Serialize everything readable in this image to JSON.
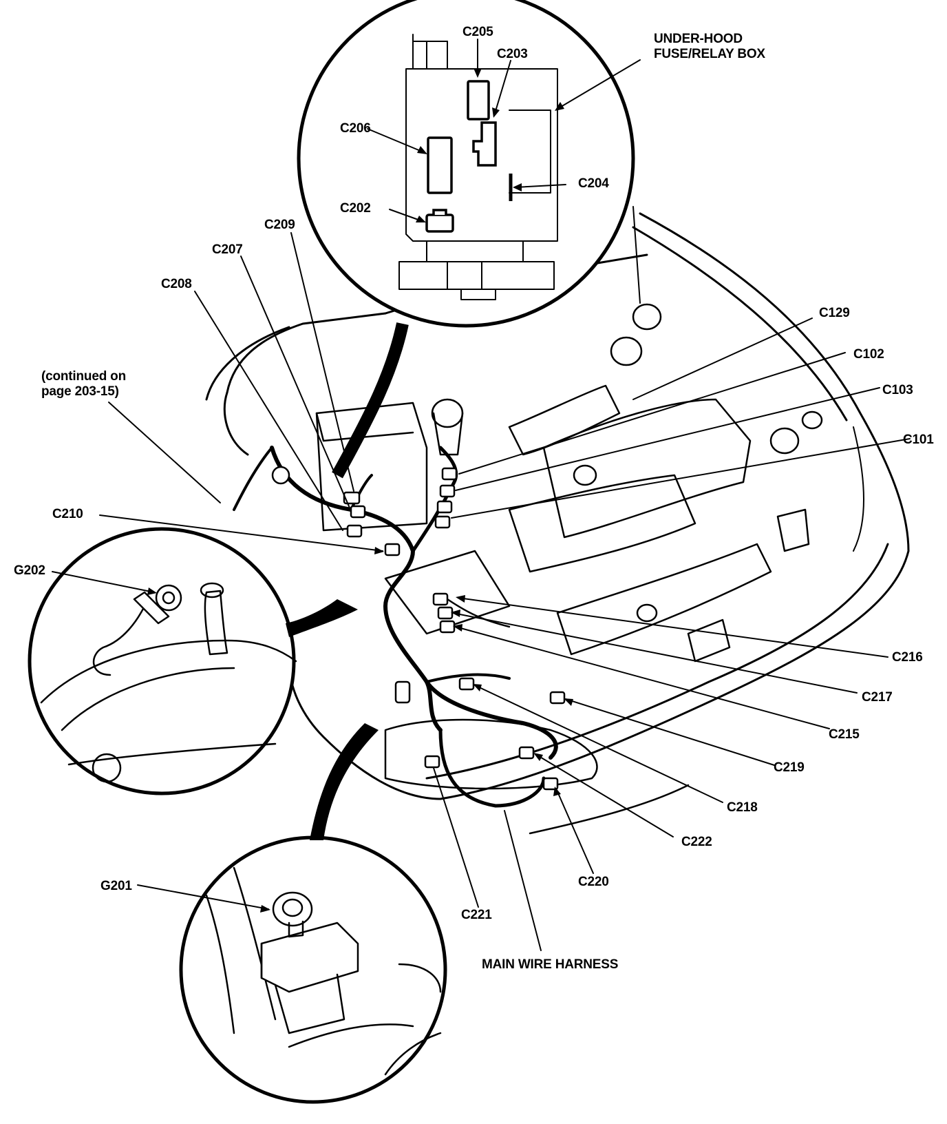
{
  "callouts": {
    "c205": "C205",
    "c203": "C203",
    "fuse_box_line1": "UNDER-HOOD",
    "fuse_box_line2": "FUSE/RELAY BOX",
    "c206": "C206",
    "c204": "C204",
    "c202": "C202",
    "c209": "C209",
    "c207": "C207",
    "c208": "C208",
    "continued_line1": "(continued on",
    "continued_line2": "page 203-15)",
    "c129": "C129",
    "c102": "C102",
    "c103": "C103",
    "c101": "C101",
    "c210": "C210",
    "g202": "G202",
    "c216": "C216",
    "c217": "C217",
    "c215": "C215",
    "c219": "C219",
    "c218": "C218",
    "c222": "C222",
    "c220": "C220",
    "g201": "G201",
    "c221": "C221",
    "main_harness": "MAIN WIRE HARNESS"
  }
}
